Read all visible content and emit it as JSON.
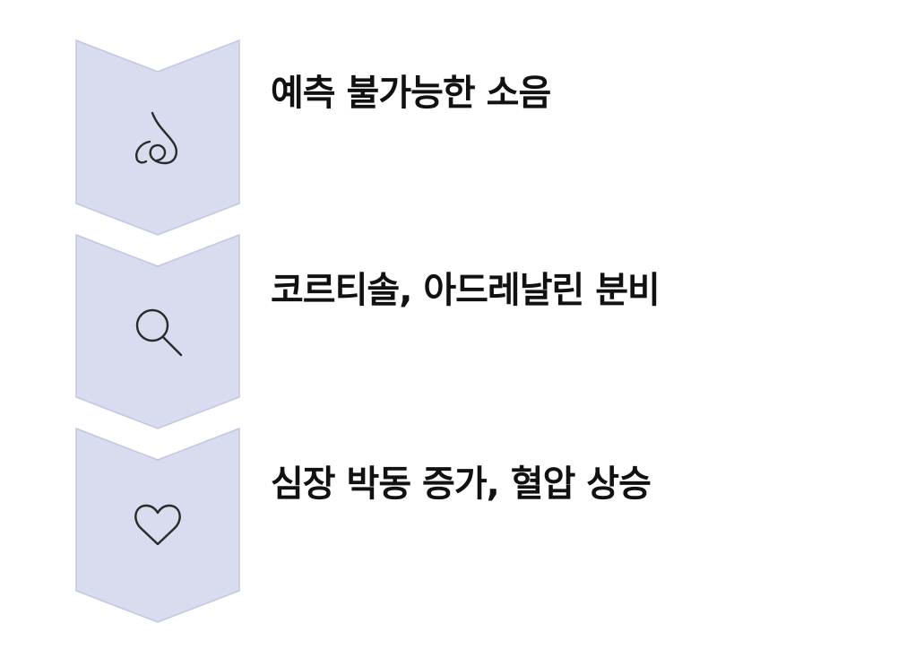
{
  "steps": [
    {
      "label": "예측 불가능한 소음",
      "icon": "nose-icon"
    },
    {
      "label": "코르티솔, 아드레날린 분비",
      "icon": "magnifier-icon"
    },
    {
      "label": "심장 박동 증가, 혈압 상승",
      "icon": "heart-icon"
    }
  ],
  "colors": {
    "chevron_fill": "#d9dbef",
    "chevron_stroke": "#c4c6e2",
    "icon_stroke": "#2a2a2a",
    "text": "#111111"
  }
}
